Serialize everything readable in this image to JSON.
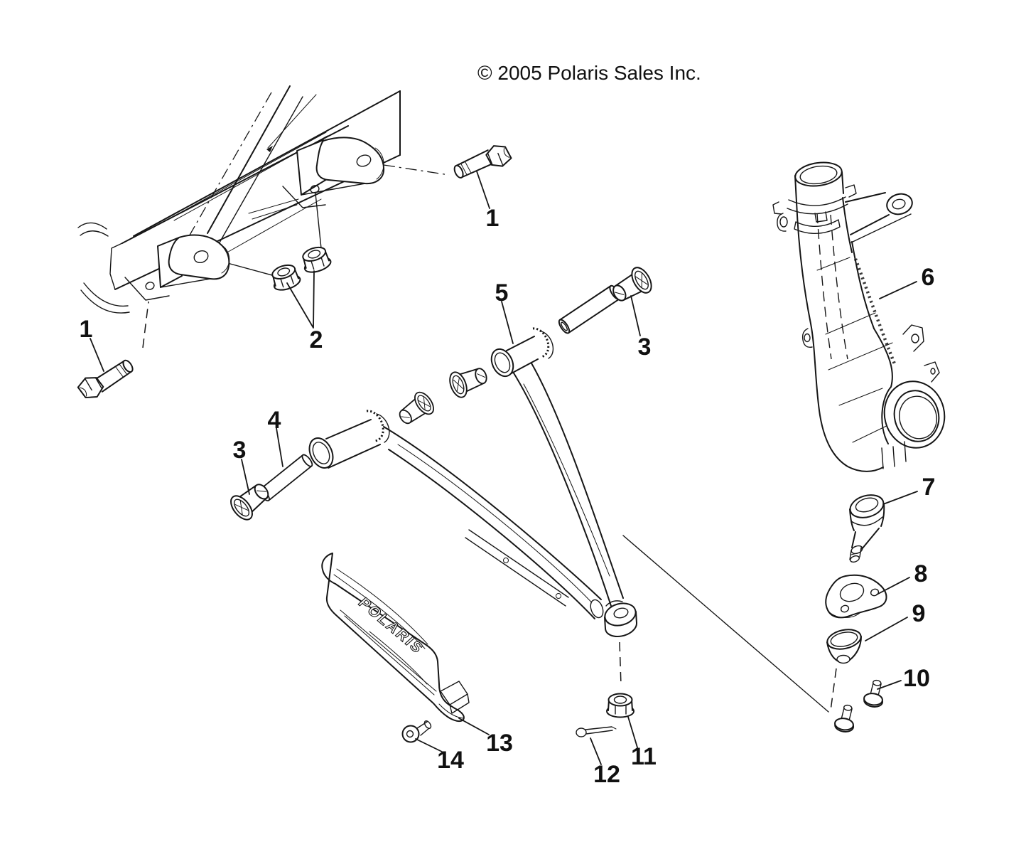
{
  "copyright": "© 2005 Polaris Sales Inc.",
  "brand_logo": "POLARIS",
  "colors": {
    "line": "#161616",
    "background": "#ffffff"
  },
  "diagram": {
    "type": "exploded-parts-line-drawing",
    "callouts": {
      "n1a": "1",
      "n1b": "1",
      "n2": "2",
      "n3a": "3",
      "n3b": "3",
      "n4": "4",
      "n5": "5",
      "n6": "6",
      "n7": "7",
      "n8": "8",
      "n9": "9",
      "n10": "10",
      "n11": "11",
      "n12": "12",
      "n13": "13",
      "n14": "14"
    },
    "reference_numbers": [
      "1",
      "2",
      "3",
      "4",
      "5",
      "6",
      "7",
      "8",
      "9",
      "10",
      "11",
      "12",
      "13",
      "14"
    ]
  }
}
